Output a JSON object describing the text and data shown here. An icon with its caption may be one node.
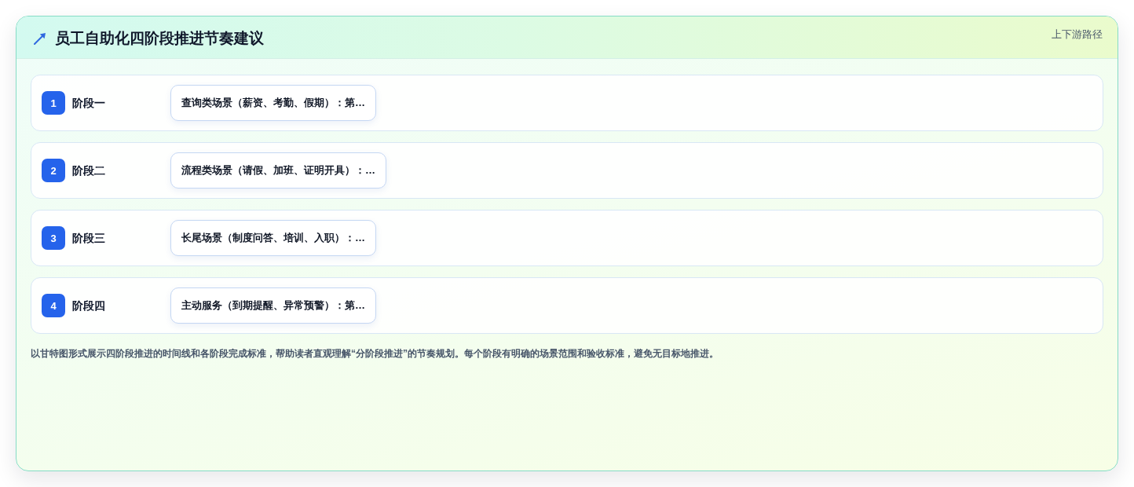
{
  "diagram": {
    "title": "员工自助化四阶段推进节奏建议",
    "nodes": [
      {
        "text": [
          "阶段一"
        ]
      },
      {
        "text": [
          "1"
        ],
        "in": 0
      },
      {
        "text": [
          "查询类场景（薪资、考勤、假期）：第…"
        ],
        "in": 0
      },
      {
        "text": [
          "阶段二"
        ]
      },
      {
        "text": [
          "2"
        ],
        "in": 3
      },
      {
        "text": [
          "流程类场景（请假、加班、证明开具）：…"
        ],
        "in": 3
      },
      {
        "text": [
          "阶段三"
        ]
      },
      {
        "text": [
          "3"
        ],
        "in": 6
      },
      {
        "text": [
          "长尾场景（制度问答、培训、入职）：…"
        ],
        "in": 6
      },
      {
        "text": [
          "阶段四"
        ]
      },
      {
        "text": [
          "4"
        ],
        "in": 9
      },
      {
        "text": [
          "主动服务（到期提醒、异常预警）：第…"
        ],
        "in": 9
      }
    ],
    "labels": [
      "上下游路径"
    ],
    "caption": "以甘特图形式展示四阶段推进的时间线和各阶段完成标准，帮助读者直观理解“分阶段推进”的节奏规划。每个阶段有明确的场景范围和验收标准，避免无目标地推进。"
  }
}
